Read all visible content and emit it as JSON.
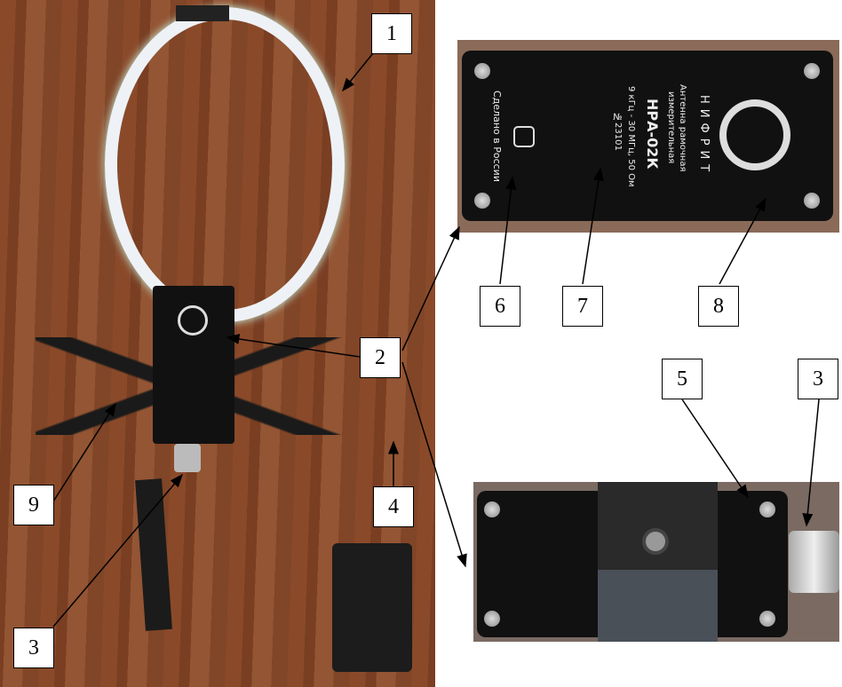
{
  "labels": {
    "l1": "1",
    "l2": "2",
    "l3a": "3",
    "l4": "4",
    "l5": "5",
    "l6": "6",
    "l7": "7",
    "l8": "8",
    "l9": "9",
    "l3b": "3"
  },
  "device_plate": {
    "brand": "НИФРИТ",
    "line1": "Антенна рамочная",
    "line2": "измерительная",
    "model": "НРА-02К",
    "spec": "9 кГц - 30 МГц, 50 Ом",
    "serial": "№23101",
    "made_in": "Сделано в России"
  }
}
